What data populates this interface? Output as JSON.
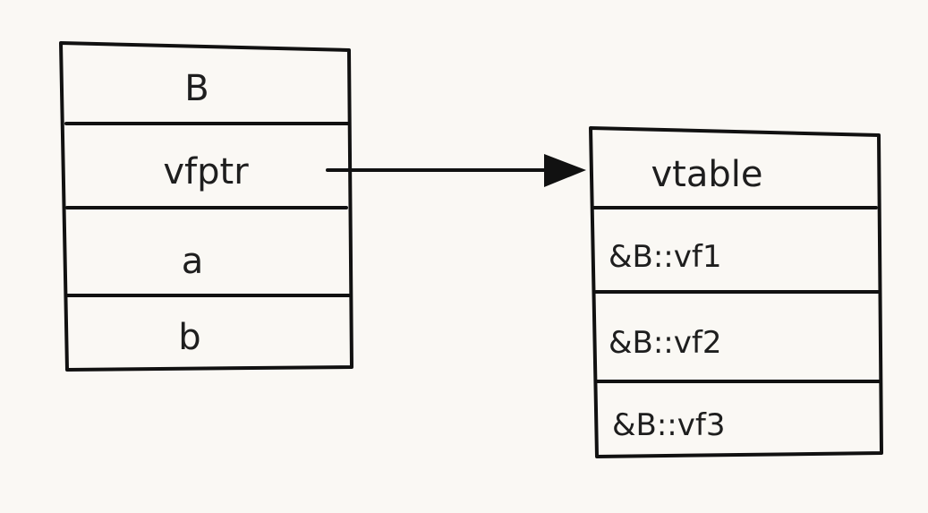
{
  "object": {
    "title": "B",
    "fields": [
      "vfptr",
      "a",
      "b"
    ]
  },
  "vtable": {
    "title": "vtable",
    "entries": [
      "&B::vf1",
      "&B::vf2",
      "&B::vf3"
    ]
  },
  "colors": {
    "background": "#faf8f4",
    "ink": "#111111"
  }
}
